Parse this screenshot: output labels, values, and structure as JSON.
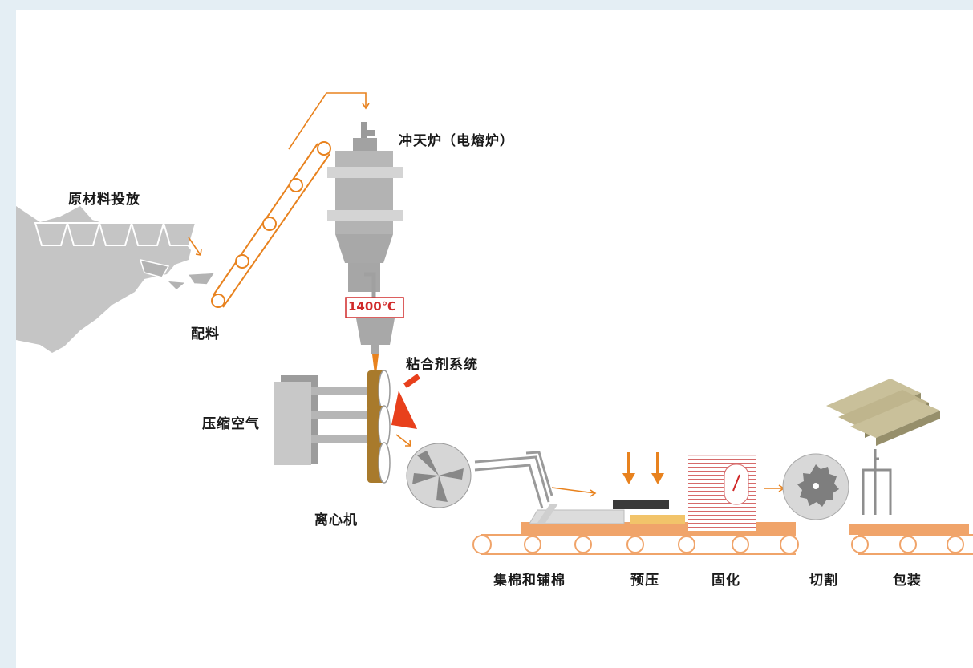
{
  "labels": {
    "raw_material": "原材料投放",
    "batching": "配料",
    "cupola": "冲天炉（电熔炉）",
    "temperature": "1400℃",
    "binder": "粘合剂系统",
    "compressed_air": "压缩空气",
    "centrifuge": "离心机",
    "collecting": "集棉和铺棉",
    "prepress": "预压",
    "curing": "固化",
    "cutting": "切割",
    "packaging": "包装"
  },
  "colors": {
    "accent_orange": "#e8821e",
    "conveyor_orange": "#f0a46a",
    "machine_gray": "#b3b3b3",
    "dark_gray": "#7c7c7c",
    "rotor_brown": "#a87a2c",
    "binder_red": "#e8401c",
    "temp_red": "#d02a2a",
    "product_khaki": "#c9c09a"
  }
}
